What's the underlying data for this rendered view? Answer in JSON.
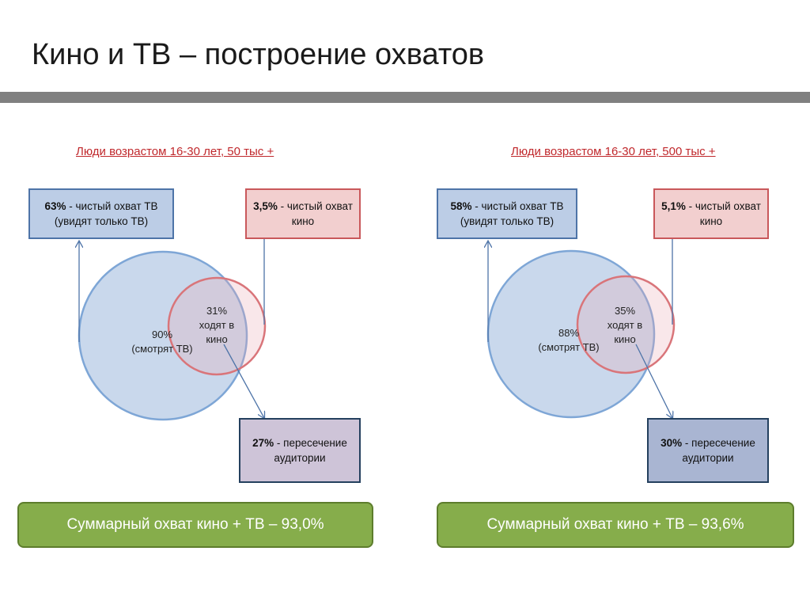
{
  "title": "Кино и ТВ – построение охватов",
  "left": {
    "heading": "Люди возрастом 16-30 лет, 50 тыс +",
    "tv_box": {
      "bold": "63%",
      "text": " - чистый охват ТВ (увидят только ТВ)"
    },
    "kino_box": {
      "bold": "3,5%",
      "text": " - чистый охват кино"
    },
    "tv_circle": {
      "line1": "90%",
      "line2": "(смотрят ТВ)"
    },
    "kino_circle": {
      "line1": "31%",
      "line2": "ходят в",
      "line3": "кино"
    },
    "intersection_box": {
      "bold": "27%",
      "text": " - пересечение аудитории"
    },
    "total": "Суммарный охват кино + ТВ – 93,0%"
  },
  "right": {
    "heading": "Люди возрастом 16-30 лет, 500 тыс +",
    "tv_box": {
      "bold": "58%",
      "text": " - чистый охват ТВ (увидят только ТВ)"
    },
    "kino_box": {
      "bold": "5,1%",
      "text": " - чистый охват кино"
    },
    "tv_circle": {
      "line1": "88%",
      "line2": "(смотрят ТВ)"
    },
    "kino_circle": {
      "line1": "35%",
      "line2": "ходят в",
      "line3": "кино"
    },
    "intersection_box": {
      "bold": "30%",
      "text": " - пересечение аудитории"
    },
    "total": "Суммарный охват кино + ТВ – 93,6%"
  },
  "colors": {
    "tv_fill": "#c9d8ec",
    "tv_stroke": "#7ea6d6",
    "kino_stroke": "#d9757a",
    "heading": "#c0282c",
    "total_fill": "#86ad4b",
    "arrow": "#4e74a8"
  }
}
